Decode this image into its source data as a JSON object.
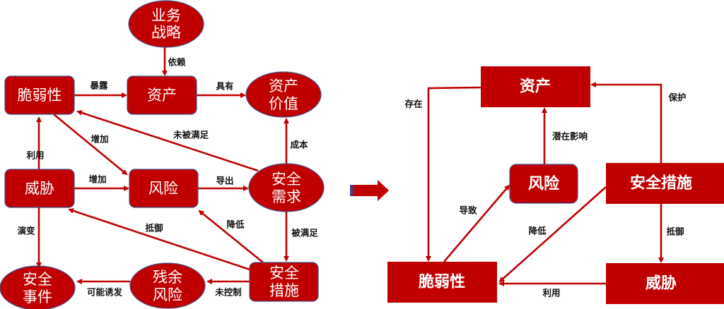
{
  "colors": {
    "node": "#c00000",
    "border": "#4a4f8a",
    "label": "#111111"
  },
  "left": {
    "nodes": {
      "strategy": [
        "业务",
        "战略"
      ],
      "vulnerability": "脆弱性",
      "asset": "资产",
      "asset_value": [
        "资产",
        "价值"
      ],
      "threat": "威胁",
      "risk": "风险",
      "security_requirement": [
        "安全",
        "需求"
      ],
      "security_incident": [
        "安全",
        "事件"
      ],
      "residual_risk": [
        "残余",
        "风险"
      ],
      "security_measure": [
        "安全",
        "措施"
      ]
    },
    "edges": {
      "depends": "依赖",
      "exposes": "暴露",
      "has": "具有",
      "unmet": "未被满足",
      "increase1": "增加",
      "exploits": "利用",
      "increase2": "增加",
      "derives": "导出",
      "cost": "成本",
      "met": "被满足",
      "reduces": "降低",
      "resists": "抵御",
      "evolves": "演变",
      "uncontrolled": "未控制",
      "may_trigger": "可能诱发"
    }
  },
  "arrow_icon": "right-arrow",
  "right": {
    "nodes": {
      "asset": "资产",
      "risk": "风险",
      "security_measure": "安全措施",
      "vulnerability": "脆弱性",
      "threat": "威胁"
    },
    "edges": {
      "exists": "存在",
      "potential_impact": "潜在影响",
      "protects": "保护",
      "leads_to": "导致",
      "reduces": "降低",
      "resists": "抵御",
      "exploits": "利用"
    }
  }
}
